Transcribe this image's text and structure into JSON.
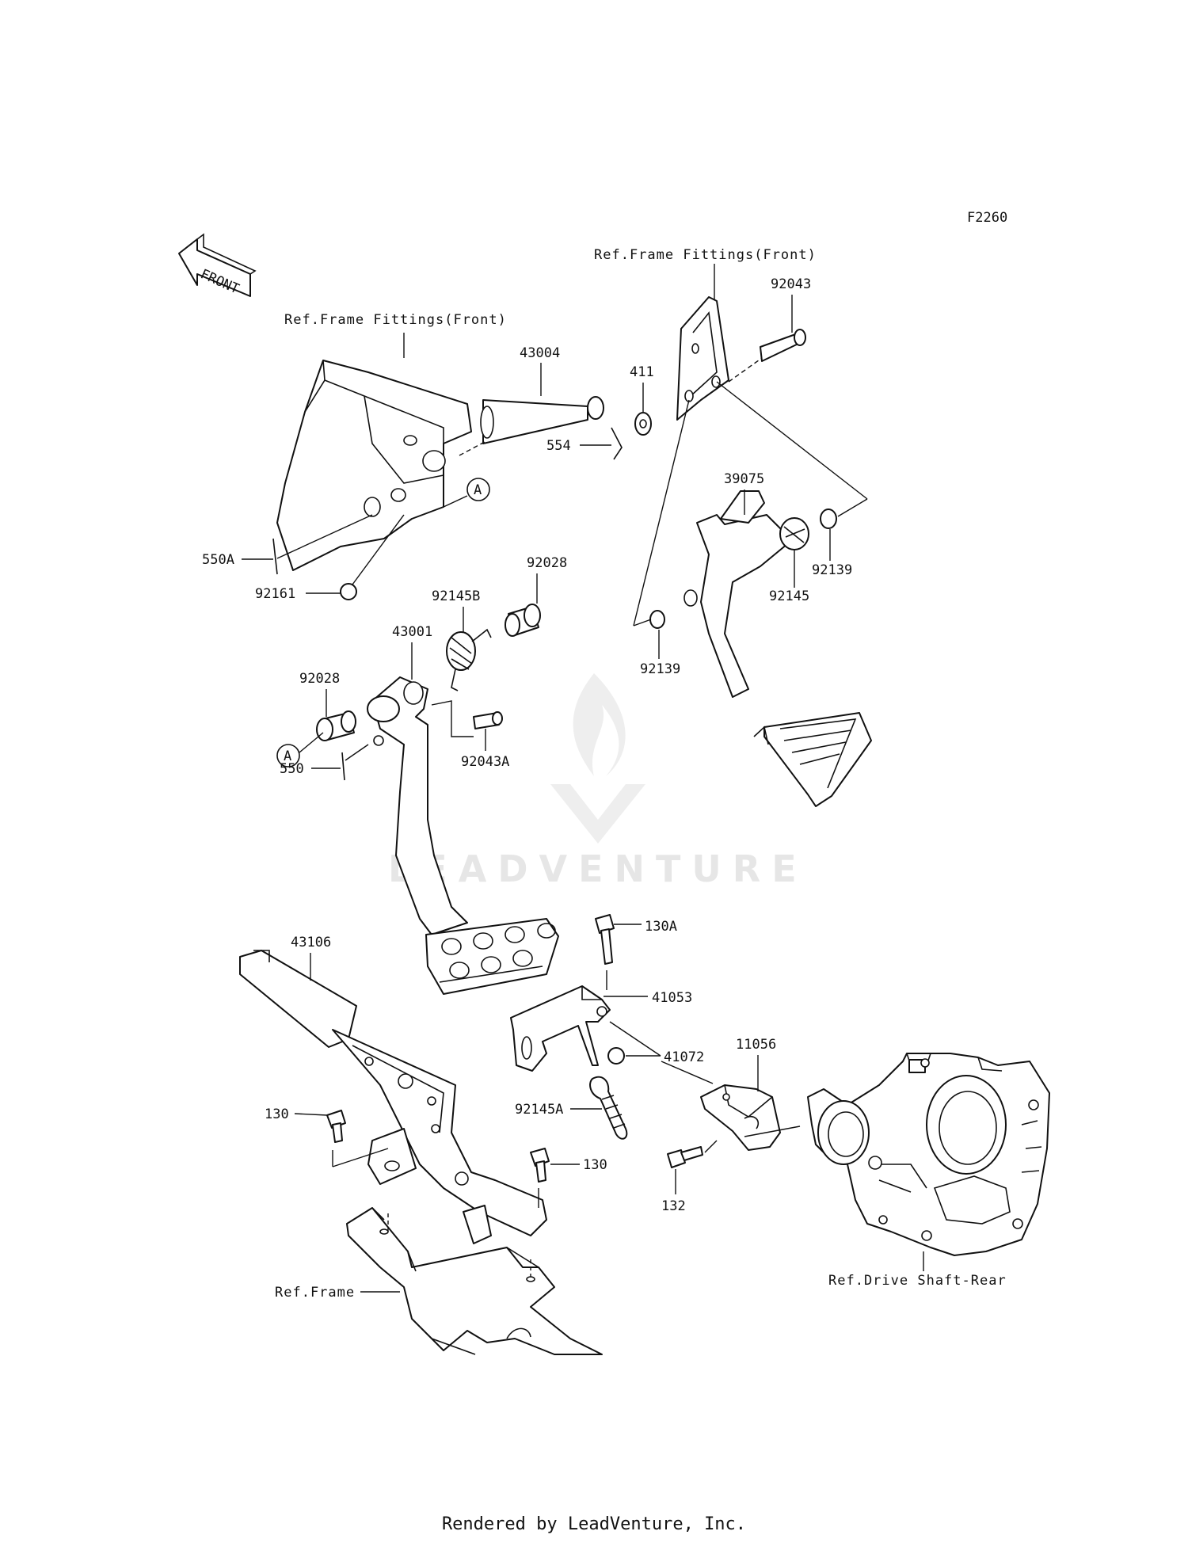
{
  "diagram": {
    "code": "F2260",
    "front_label": "FRONT",
    "refs": {
      "frame_fittings_left": "Ref.Frame Fittings(Front)",
      "frame_fittings_right": "Ref.Frame Fittings(Front)",
      "frame": "Ref.Frame",
      "drive_shaft": "Ref.Drive Shaft-Rear"
    },
    "callouts": {
      "a_top": "A",
      "a_bottom": "A"
    },
    "parts": {
      "p43004": "43004",
      "p554": "554",
      "p411": "411",
      "p92043": "92043",
      "p550A": "550A",
      "p92161": "92161",
      "p39075": "39075",
      "p92145": "92145",
      "p92139_right": "92139",
      "p92139_left": "92139",
      "p92028_top": "92028",
      "p92145B": "92145B",
      "p43001": "43001",
      "p92028_left": "92028",
      "p92043A": "92043A",
      "p550": "550",
      "p43106": "43106",
      "p130A": "130A",
      "p41053": "41053",
      "p41072": "41072",
      "p11056": "11056",
      "p92145A": "92145A",
      "p130_left": "130",
      "p130_right": "130",
      "p132": "132"
    }
  },
  "watermark": "LEADVENTURE",
  "footer": "Rendered by LeadVenture, Inc."
}
